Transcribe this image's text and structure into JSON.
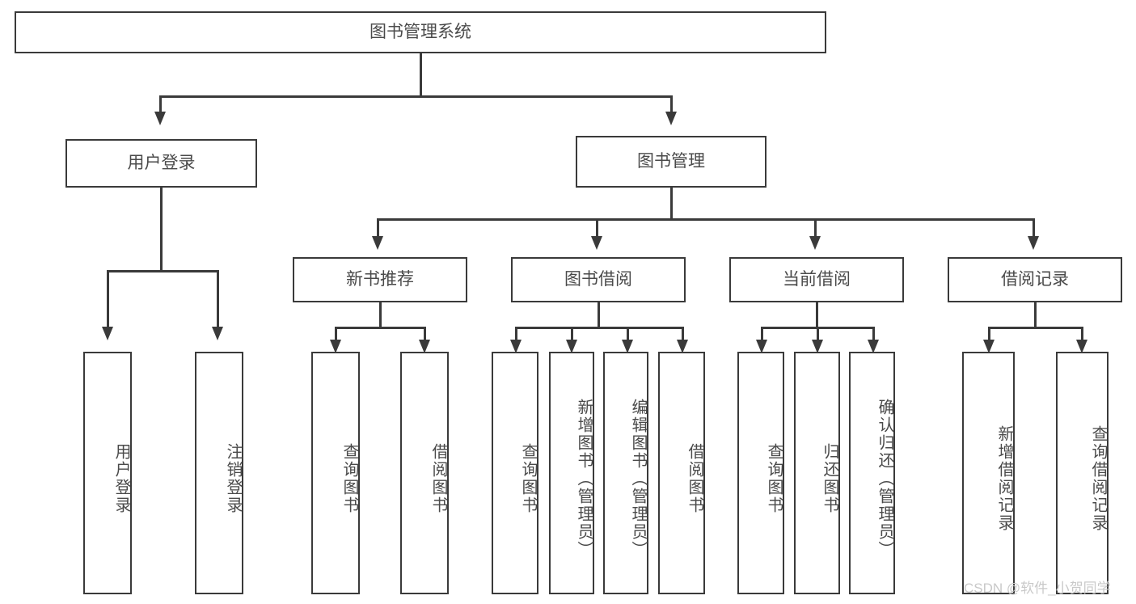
{
  "diagram": {
    "type": "tree",
    "title": "图书管理系统",
    "watermark": "CSDN @软件_小贺同学",
    "colors": {
      "background": "#ffffff",
      "border": "#3a3a3a",
      "text": "#4a4a4a",
      "watermark": "#c9c9c9"
    },
    "root": {
      "label": "图书管理系统"
    },
    "level1": [
      {
        "label": "用户登录"
      },
      {
        "label": "图书管理"
      }
    ],
    "level2": [
      {
        "label": "新书推荐"
      },
      {
        "label": "图书借阅"
      },
      {
        "label": "当前借阅"
      },
      {
        "label": "借阅记录"
      }
    ],
    "leaves": {
      "user_login": [
        {
          "label": "用户登录"
        },
        {
          "label": "注销登录"
        }
      ],
      "new_book_recommend": [
        {
          "label": "查询图书"
        },
        {
          "label": "借阅图书"
        }
      ],
      "book_borrow": [
        {
          "label": "查询图书"
        },
        {
          "label": "新增图书（管理员）"
        },
        {
          "label": "编辑图书（管理员）"
        },
        {
          "label": "借阅图书"
        }
      ],
      "current_borrow": [
        {
          "label": "查询图书"
        },
        {
          "label": "归还图书"
        },
        {
          "label": "确认归还（管理员）"
        }
      ],
      "borrow_record": [
        {
          "label": "新增借阅记录"
        },
        {
          "label": "查询借阅记录"
        }
      ]
    }
  }
}
